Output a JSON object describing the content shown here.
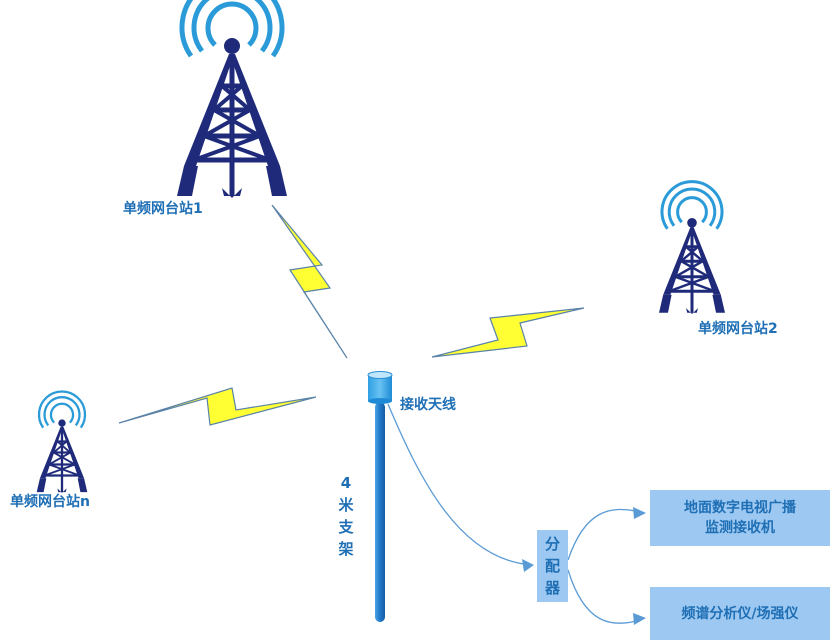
{
  "stations": [
    {
      "label": "单频网台站1"
    },
    {
      "label": "单频网台站2"
    },
    {
      "label": "单频网台站n"
    }
  ],
  "antenna_label": "接收天线",
  "mast_label": [
    "4",
    "米",
    "支",
    "架"
  ],
  "splitter_label": [
    "分",
    "配",
    "器"
  ],
  "receiver_box": {
    "line1": "地面数字电视广播",
    "line2": "监测接收机"
  },
  "analyzer_box": {
    "label": "频谱分析仪/场强仪"
  },
  "colors": {
    "tower": "#1f2a7a",
    "waves": "#2a9bd8",
    "lightning": "#ffff33",
    "lightning_edge": "#5a82a8",
    "accent": "#1f6fb5",
    "box": "#9dc8f1",
    "mast": "#1f78c8"
  }
}
